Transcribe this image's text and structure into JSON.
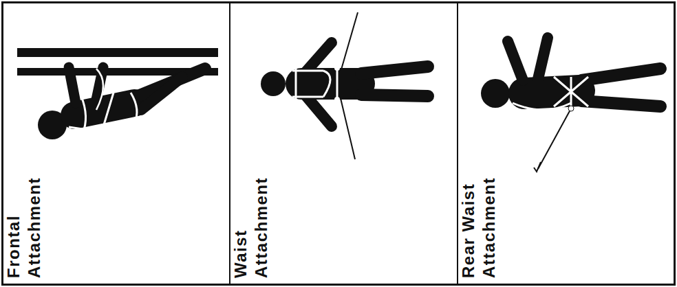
{
  "diagram": {
    "nodes": [
      {
        "text": [
          "Frontal Attachment"
        ]
      },
      {
        "text": [
          "Waist Attachment"
        ]
      },
      {
        "text": [
          "Rear Waist Attachment"
        ]
      }
    ]
  }
}
